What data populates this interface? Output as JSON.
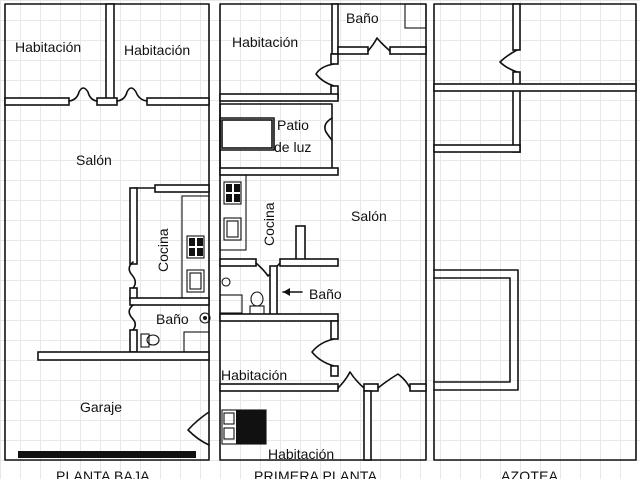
{
  "panels": [
    {
      "title": "PLANTA BAJA",
      "rooms": [
        "Habitación",
        "Habitación",
        "Salón",
        "Cocina",
        "Baño",
        "Garaje"
      ]
    },
    {
      "title": "PRIMERA PLANTA",
      "rooms": [
        "Baño",
        "Habitación",
        "Patio",
        "de luz",
        "Cocina",
        "Salón",
        "Baño",
        "Habitación",
        "Habitación"
      ]
    },
    {
      "title": "AZOTEA",
      "rooms": []
    }
  ],
  "colors": {
    "wall": "#111111",
    "background": "#ffffff",
    "grid": "#e8e8e8"
  }
}
